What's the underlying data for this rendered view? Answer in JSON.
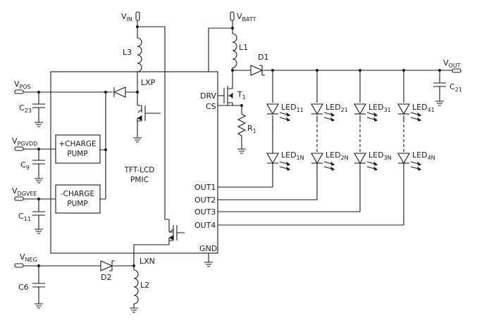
{
  "title": "",
  "terminals": {
    "vin": {
      "main": "V",
      "sub": "IN"
    },
    "vbatt": {
      "main": "V",
      "sub": "BATT"
    },
    "vout": {
      "main": "V",
      "sub": "OUT"
    },
    "vpos": {
      "main": "V",
      "sub": "POS"
    },
    "vpgvdd": {
      "main": "V",
      "sub": "PGVDD"
    },
    "vdgvee": {
      "main": "V",
      "sub": "DGVEE"
    },
    "vneg": {
      "main": "V",
      "sub": "NEG"
    }
  },
  "components": {
    "l1": "L1",
    "l2": "L2",
    "l3": "L3",
    "d1": "D1",
    "d2": "D2",
    "t1": {
      "main": "T",
      "sub": "1"
    },
    "r1": {
      "main": "R",
      "sub": "1"
    },
    "c6": "C6",
    "c9": {
      "main": "C",
      "sub": "9"
    },
    "c11": {
      "main": "C",
      "sub": "11"
    },
    "c21": {
      "main": "C",
      "sub": "21"
    },
    "c23": {
      "main": "C",
      "sub": "23"
    }
  },
  "ic": {
    "name_line1": "TFT-LCD",
    "name_line2": "PMIC",
    "pins": {
      "lxp": "LXP",
      "lxn": "LXN",
      "drv": "DRV",
      "cs": "CS",
      "gnd": "GND",
      "out1": "OUT1",
      "out2": "OUT2",
      "out3": "OUT3",
      "out4": "OUT4"
    },
    "charge_pump_pos": {
      "line1": "+CHARGE",
      "line2": "PUMP"
    },
    "charge_pump_neg": {
      "line1": "-CHARGE",
      "line2": "PUMP"
    }
  },
  "leds": {
    "top": [
      {
        "main": "LED",
        "sub": "11"
      },
      {
        "main": "LED",
        "sub": "21"
      },
      {
        "main": "LED",
        "sub": "31"
      },
      {
        "main": "LED",
        "sub": "41"
      }
    ],
    "bottom": [
      {
        "main": "LED",
        "sub": "1N"
      },
      {
        "main": "LED",
        "sub": "2N"
      },
      {
        "main": "LED",
        "sub": "3N"
      },
      {
        "main": "LED",
        "sub": "4N"
      }
    ]
  }
}
